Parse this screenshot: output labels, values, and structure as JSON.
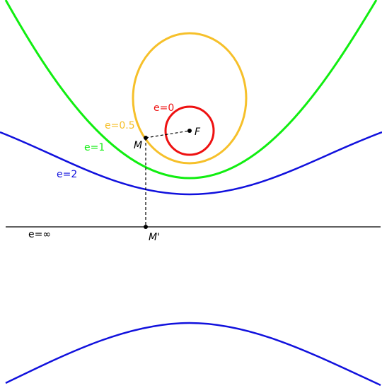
{
  "colors": {
    "circle": "#ee1111",
    "ellipse": "#f6c02a",
    "parabola": "#11ee11",
    "hyperbola": "#1111dd",
    "directrix": "#000000",
    "construction": "#000000"
  },
  "labels": {
    "e0": "e=0",
    "e05": "e=0.5",
    "e1": "e=1",
    "e2": "e=2",
    "einf": "e=∞",
    "focus": "F",
    "point_m": "M",
    "point_m_prime": "M'"
  }
}
